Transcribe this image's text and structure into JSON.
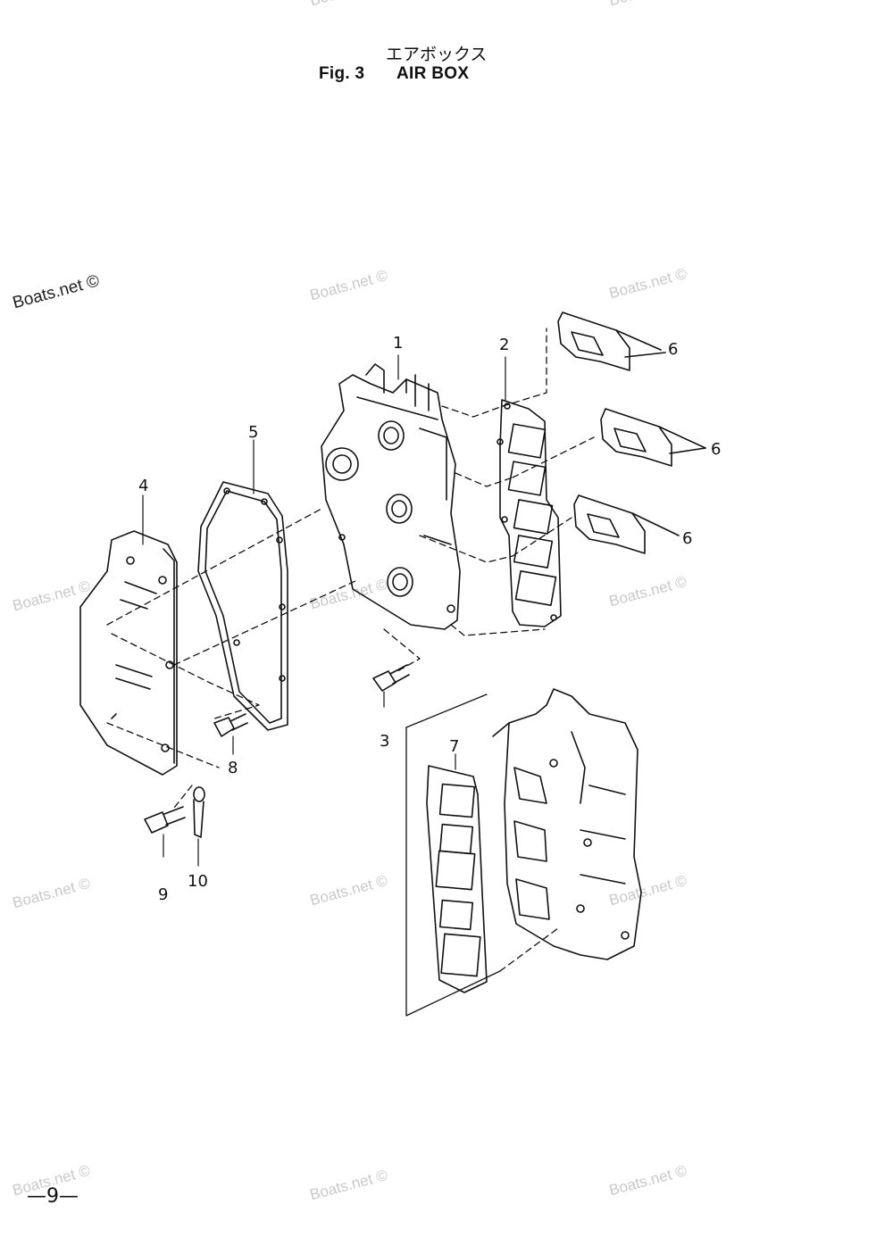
{
  "header": {
    "title_jp": "エアボックス",
    "fig_number": "Fig. 3",
    "fig_name": "AIR BOX"
  },
  "callouts": [
    "1",
    "2",
    "3",
    "4",
    "5",
    "6",
    "6",
    "6",
    "7",
    "8",
    "9",
    "10"
  ],
  "watermark": "Boats.net ©",
  "footer": {
    "page": "—9—"
  }
}
